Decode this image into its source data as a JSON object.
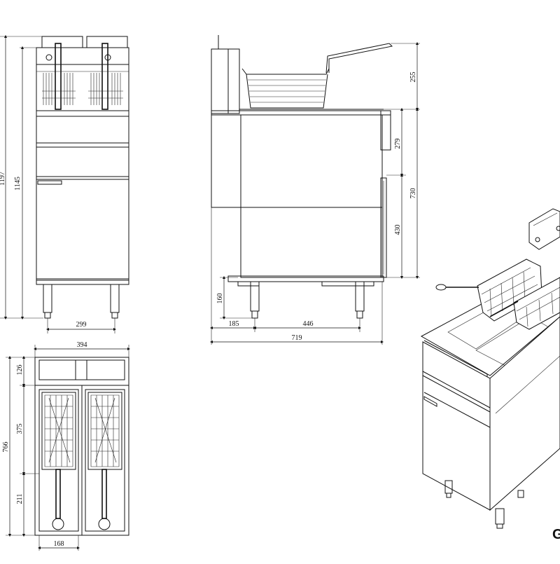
{
  "dimensions": {
    "front": {
      "total_height": "1197",
      "body_height": "1145",
      "leg_span": "299"
    },
    "side": {
      "basket_height": "255",
      "upper_panel": "279",
      "body_height": "730",
      "door_height": "430",
      "leg_height": "160",
      "front_offset": "185",
      "leg_span": "446",
      "total_depth": "719"
    },
    "top": {
      "total_width": "394",
      "rear_section": "126",
      "basket_length": "375",
      "total_depth": "766",
      "front_section": "211",
      "tank_width": "168"
    }
  },
  "brand_fragment": "G"
}
